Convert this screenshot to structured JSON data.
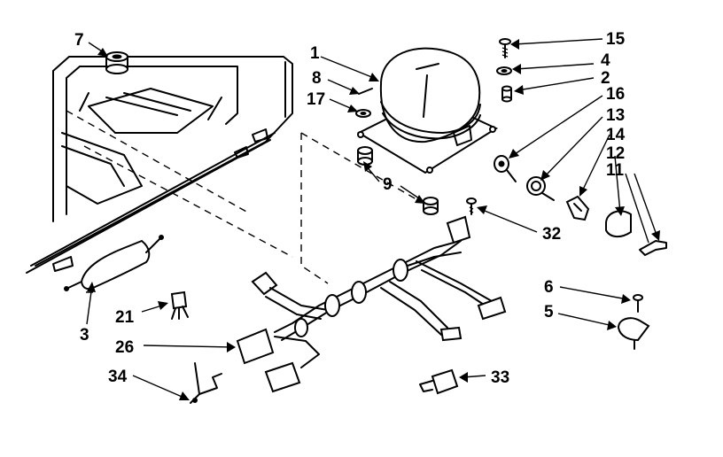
{
  "callouts": {
    "c1": "1",
    "c2": "2",
    "c3": "3",
    "c4": "4",
    "c5": "5",
    "c6": "6",
    "c7": "7",
    "c8": "8",
    "c9": "9",
    "c11": "11",
    "c12": "12",
    "c13": "13",
    "c14": "14",
    "c15": "15",
    "c16": "16",
    "c17": "17",
    "c21": "21",
    "c26": "26",
    "c32": "32",
    "c33": "33",
    "c34": "34"
  }
}
